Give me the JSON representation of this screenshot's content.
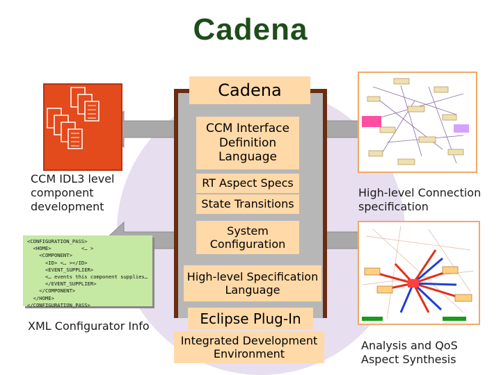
{
  "title": "Cadena",
  "center": {
    "header": "Cadena",
    "boxes": [
      "CCM Interface Definition Language",
      "RT Aspect Specs",
      "State Transitions",
      "System Configuration",
      "High-level Specification Language",
      "Eclipse Plug-In",
      "Integrated Development Environment"
    ]
  },
  "left": {
    "idl_caption": "CCM IDL3 level component development",
    "xml_lines": [
      "<CONFIGURATION_PASS>",
      "  <HOME>          <… >",
      "    <COMPONENT>",
      "      <ID> <… ></ID>",
      "      <EVENT_SUPPLIER>",
      "      <… events this component supplies…",
      "      </EVENT_SUPPLIER>",
      "    </COMPONENT>",
      "  </HOME>",
      "</CONFIGURATION_PASS>"
    ],
    "xml_caption": "XML Configurator Info"
  },
  "right": {
    "connection_caption": "High-level Connection specification",
    "synthesis_caption": "Analysis and QoS Aspect Synthesis"
  },
  "colors": {
    "title": "#1e4d1a",
    "label_bg": "#ffd9a8",
    "frame": "#6a2d12",
    "column": "#b7b7b7",
    "ellipse": "#e7def0",
    "xml_bg": "#c5e8a3",
    "doc_icon": "#e34a1c"
  }
}
